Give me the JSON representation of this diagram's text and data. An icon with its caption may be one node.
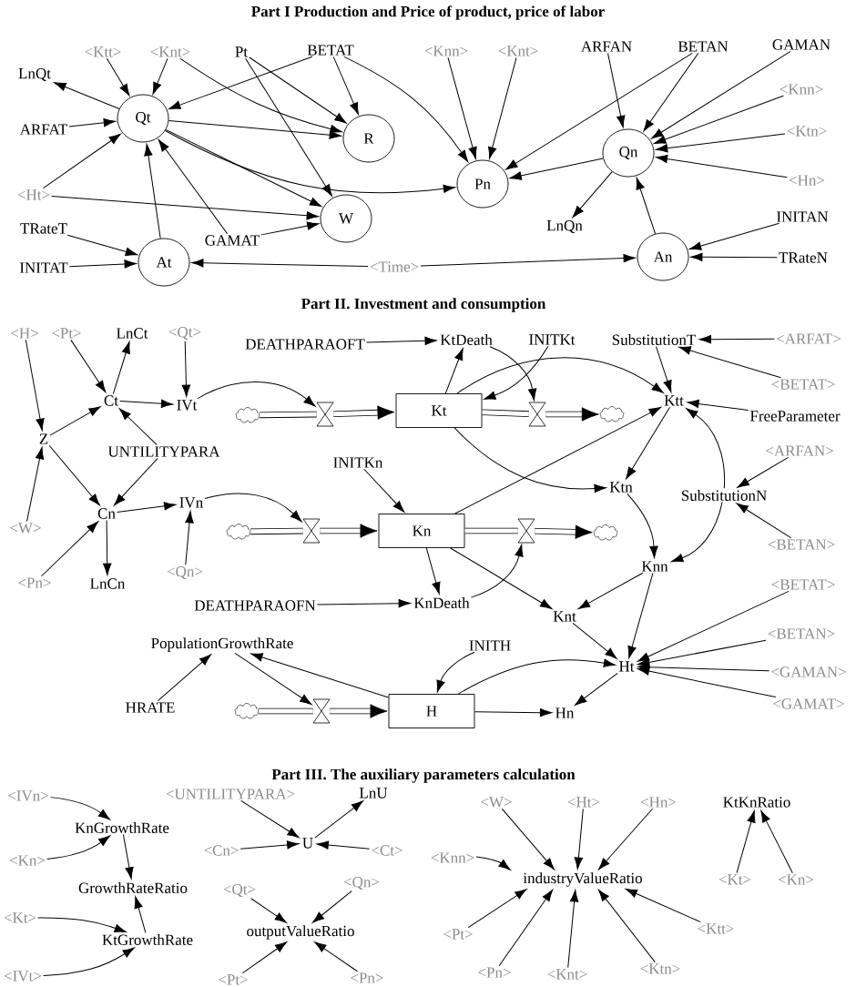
{
  "diagram": {
    "nodes": [
      {
        "text": [
          "Qt"
        ]
      },
      {
        "text": [
          "R"
        ]
      },
      {
        "text": [
          "W"
        ]
      },
      {
        "text": [
          "At"
        ]
      },
      {
        "text": [
          "Pn"
        ]
      },
      {
        "text": [
          "Qn"
        ]
      },
      {
        "text": [
          "An"
        ]
      },
      {
        "text": [
          "<Ktt>"
        ]
      },
      {
        "text": [
          "<Knt>"
        ]
      },
      {
        "text": [
          "Pt"
        ]
      },
      {
        "text": [
          "BETAT"
        ]
      },
      {
        "text": [
          "LnQt"
        ]
      },
      {
        "text": [
          "ARFAT"
        ]
      },
      {
        "text": [
          "<Ht>"
        ]
      },
      {
        "text": [
          "TRateT"
        ]
      },
      {
        "text": [
          "INITAT"
        ]
      },
      {
        "text": [
          "GAMAT"
        ]
      },
      {
        "text": [
          "<Time>"
        ]
      },
      {
        "text": [
          "<Knn>"
        ]
      },
      {
        "text": [
          "<Knt>"
        ]
      },
      {
        "text": [
          "ARFAN"
        ]
      },
      {
        "text": [
          "BETAN"
        ]
      },
      {
        "text": [
          "GAMAN"
        ]
      },
      {
        "text": [
          "<Knn>"
        ]
      },
      {
        "text": [
          "<Ktn>"
        ]
      },
      {
        "text": [
          "<Hn>"
        ]
      },
      {
        "text": [
          "LnQn"
        ]
      },
      {
        "text": [
          "INITAN"
        ]
      },
      {
        "text": [
          "TRateN"
        ]
      },
      {
        "text": [
          "<H>"
        ]
      },
      {
        "text": [
          "<Pt>"
        ]
      },
      {
        "text": [
          "LnCt"
        ]
      },
      {
        "text": [
          "<Qt>"
        ]
      },
      {
        "text": [
          "Ct"
        ]
      },
      {
        "text": [
          "IVt"
        ]
      },
      {
        "text": [
          "Z"
        ]
      },
      {
        "text": [
          "UNTILITYPARA"
        ]
      },
      {
        "text": [
          "Cn"
        ]
      },
      {
        "text": [
          "IVn"
        ]
      },
      {
        "text": [
          "<W>"
        ]
      },
      {
        "text": [
          "<Pn>"
        ]
      },
      {
        "text": [
          "LnCn"
        ]
      },
      {
        "text": [
          "<Qn>"
        ]
      },
      {
        "text": [
          "DEATHPARAOFT"
        ]
      },
      {
        "text": [
          "KtDeath"
        ]
      },
      {
        "text": [
          "INITKt"
        ]
      },
      {
        "text": [
          "SubstitutionT"
        ]
      },
      {
        "text": [
          "<ARFAT>"
        ]
      },
      {
        "text": [
          "<BETAT>"
        ]
      },
      {
        "text": [
          "Ktt"
        ]
      },
      {
        "text": [
          "FreeParameter"
        ]
      },
      {
        "text": [
          "Kt"
        ]
      },
      {
        "text": [],
        "shape": "cloud"
      },
      {
        "text": [],
        "shape": "valve"
      },
      {
        "text": [],
        "shape": "valve"
      },
      {
        "text": [],
        "shape": "cloud"
      },
      {
        "text": [
          "INITKn"
        ]
      },
      {
        "text": [
          "<ARFAN>"
        ]
      },
      {
        "text": [
          "Ktn"
        ]
      },
      {
        "text": [
          "SubstitutionN"
        ]
      },
      {
        "text": [
          "Kn"
        ]
      },
      {
        "text": [],
        "shape": "cloud"
      },
      {
        "text": [],
        "shape": "valve"
      },
      {
        "text": [],
        "shape": "valve"
      },
      {
        "text": [],
        "shape": "cloud"
      },
      {
        "text": [
          "<BETAN>"
        ]
      },
      {
        "text": [
          "Knn"
        ]
      },
      {
        "text": [
          "DEATHPARAOFN"
        ]
      },
      {
        "text": [
          "KnDeath"
        ]
      },
      {
        "text": [
          "Knt"
        ]
      },
      {
        "text": [
          "<BETAT>"
        ]
      },
      {
        "text": [
          "PopulationGrowthRate"
        ]
      },
      {
        "text": [
          "INITH"
        ]
      },
      {
        "text": [
          "Ht"
        ]
      },
      {
        "text": [
          "<BETAN>"
        ]
      },
      {
        "text": [
          "<GAMAN>"
        ]
      },
      {
        "text": [
          "HRATE"
        ]
      },
      {
        "text": [],
        "shape": "cloud"
      },
      {
        "text": [],
        "shape": "valve"
      },
      {
        "text": [
          "H"
        ]
      },
      {
        "text": [
          "Hn"
        ]
      },
      {
        "text": [
          "<GAMAT>"
        ]
      },
      {
        "text": [
          "<IVn>"
        ]
      },
      {
        "text": [
          "KnGrowthRate"
        ]
      },
      {
        "text": [
          "<Kn>"
        ]
      },
      {
        "text": [
          "GrowthRateRatio"
        ]
      },
      {
        "text": [
          "<Kt>"
        ]
      },
      {
        "text": [
          "KtGrowthRate"
        ]
      },
      {
        "text": [
          "<IVt>"
        ]
      },
      {
        "text": [
          "<UNTILITYPARA>"
        ]
      },
      {
        "text": [
          "LnU"
        ]
      },
      {
        "text": [
          "<Cn>"
        ]
      },
      {
        "text": [
          "U"
        ]
      },
      {
        "text": [
          "<Ct>"
        ]
      },
      {
        "text": [
          "<Qt>"
        ]
      },
      {
        "text": [
          "<Qn>"
        ]
      },
      {
        "text": [
          "outputValueRatio"
        ]
      },
      {
        "text": [
          "<Pt>"
        ]
      },
      {
        "text": [
          "<Pn>"
        ]
      },
      {
        "text": [
          "<W>"
        ]
      },
      {
        "text": [
          "<Ht>"
        ]
      },
      {
        "text": [
          "<Hn>"
        ]
      },
      {
        "text": [
          "<Knn>"
        ]
      },
      {
        "text": [
          "industryValueRatio"
        ]
      },
      {
        "text": [
          "<Pt>"
        ]
      },
      {
        "text": [
          "<Pn>"
        ]
      },
      {
        "text": [
          "<Knt>"
        ]
      },
      {
        "text": [
          "<Ktt>"
        ]
      },
      {
        "text": [
          "<Ktn>"
        ]
      },
      {
        "text": [
          "KtKnRatio"
        ]
      },
      {
        "text": [
          "<Kt>"
        ]
      },
      {
        "text": [
          "<Kn>"
        ]
      }
    ],
    "edges": [
      {
        "from": 7,
        "to": 0,
        "arrow": "to"
      },
      {
        "from": 8,
        "to": 0,
        "arrow": "to"
      },
      {
        "from": 8,
        "to": 1,
        "arrow": "to"
      },
      {
        "from": 9,
        "to": 1,
        "arrow": "to"
      },
      {
        "from": 9,
        "to": 2,
        "arrow": "to"
      },
      {
        "from": 10,
        "to": 0,
        "arrow": "to"
      },
      {
        "from": 10,
        "to": 1,
        "arrow": "to"
      },
      {
        "from": 10,
        "to": 4,
        "arrow": "to"
      },
      {
        "from": 0,
        "to": 11,
        "arrow": "to"
      },
      {
        "from": 12,
        "to": 0,
        "arrow": "to"
      },
      {
        "from": 13,
        "to": 0,
        "arrow": "to"
      },
      {
        "from": 13,
        "to": 2,
        "arrow": "to"
      },
      {
        "from": 0,
        "to": 1,
        "arrow": "to"
      },
      {
        "from": 0,
        "to": 2,
        "arrow": "to"
      },
      {
        "from": 0,
        "to": 4,
        "arrow": "to"
      },
      {
        "from": 16,
        "to": 0,
        "arrow": "to"
      },
      {
        "from": 16,
        "to": 2,
        "arrow": "to"
      },
      {
        "from": 3,
        "to": 0,
        "arrow": "to"
      },
      {
        "from": 14,
        "to": 3,
        "arrow": "to"
      },
      {
        "from": 15,
        "to": 3,
        "arrow": "to"
      },
      {
        "from": 17,
        "to": 3,
        "arrow": "to"
      },
      {
        "from": 17,
        "to": 6,
        "arrow": "to"
      },
      {
        "from": 18,
        "to": 4,
        "arrow": "to"
      },
      {
        "from": 19,
        "to": 4,
        "arrow": "to"
      },
      {
        "from": 21,
        "to": 4,
        "arrow": "to"
      },
      {
        "from": 20,
        "to": 5,
        "arrow": "to"
      },
      {
        "from": 21,
        "to": 5,
        "arrow": "to"
      },
      {
        "from": 22,
        "to": 5,
        "arrow": "to"
      },
      {
        "from": 23,
        "to": 5,
        "arrow": "to"
      },
      {
        "from": 24,
        "to": 5,
        "arrow": "to"
      },
      {
        "from": 25,
        "to": 5,
        "arrow": "to"
      },
      {
        "from": 5,
        "to": 4,
        "arrow": "to"
      },
      {
        "from": 5,
        "to": 26,
        "arrow": "to"
      },
      {
        "from": 6,
        "to": 5,
        "arrow": "to"
      },
      {
        "from": 27,
        "to": 6,
        "arrow": "to"
      },
      {
        "from": 28,
        "to": 6,
        "arrow": "to"
      },
      {
        "from": 29,
        "to": 35,
        "arrow": "to"
      },
      {
        "from": 39,
        "to": 35,
        "arrow": "to"
      },
      {
        "from": 35,
        "to": 33,
        "arrow": "to"
      },
      {
        "from": 35,
        "to": 37,
        "arrow": "to"
      },
      {
        "from": 30,
        "to": 33,
        "arrow": "to"
      },
      {
        "from": 33,
        "to": 31,
        "arrow": "to"
      },
      {
        "from": 33,
        "to": 34,
        "arrow": "to"
      },
      {
        "from": 32,
        "to": 34,
        "arrow": "to"
      },
      {
        "from": 36,
        "to": 33,
        "arrow": "to"
      },
      {
        "from": 36,
        "to": 37,
        "arrow": "to"
      },
      {
        "from": 37,
        "to": 38,
        "arrow": "to"
      },
      {
        "from": 37,
        "to": 41,
        "arrow": "to"
      },
      {
        "from": 40,
        "to": 37,
        "arrow": "to"
      },
      {
        "from": 42,
        "to": 38,
        "arrow": "to"
      },
      {
        "from": 34,
        "to": 53,
        "arrow": "to"
      },
      {
        "from": 38,
        "to": 62,
        "arrow": "to"
      },
      {
        "from": 52,
        "to": 53,
        "arrow": "none",
        "style": "thick"
      },
      {
        "from": 53,
        "to": 51,
        "arrow": "to",
        "style": "thick"
      },
      {
        "from": 51,
        "to": 54,
        "arrow": "none",
        "style": "thick"
      },
      {
        "from": 54,
        "to": 55,
        "arrow": "to",
        "style": "thick"
      },
      {
        "from": 61,
        "to": 62,
        "arrow": "none",
        "style": "thick"
      },
      {
        "from": 62,
        "to": 60,
        "arrow": "to",
        "style": "thick"
      },
      {
        "from": 60,
        "to": 63,
        "arrow": "none",
        "style": "thick"
      },
      {
        "from": 63,
        "to": 64,
        "arrow": "to",
        "style": "thick"
      },
      {
        "from": 77,
        "to": 78,
        "arrow": "none",
        "style": "thick"
      },
      {
        "from": 78,
        "to": 79,
        "arrow": "to",
        "style": "thick"
      },
      {
        "from": 43,
        "to": 44,
        "arrow": "to"
      },
      {
        "from": 51,
        "to": 44,
        "arrow": "to"
      },
      {
        "from": 44,
        "to": 54,
        "arrow": "to"
      },
      {
        "from": 45,
        "to": 51,
        "arrow": "to"
      },
      {
        "from": 51,
        "to": 49,
        "arrow": "to"
      },
      {
        "from": 51,
        "to": 58,
        "arrow": "to"
      },
      {
        "from": 60,
        "to": 49,
        "arrow": "to"
      },
      {
        "from": 60,
        "to": 68,
        "arrow": "to"
      },
      {
        "from": 60,
        "to": 69,
        "arrow": "to"
      },
      {
        "from": 68,
        "to": 63,
        "arrow": "to"
      },
      {
        "from": 67,
        "to": 68,
        "arrow": "to"
      },
      {
        "from": 56,
        "to": 60,
        "arrow": "to"
      },
      {
        "from": 46,
        "to": 49,
        "arrow": "to"
      },
      {
        "from": 47,
        "to": 46,
        "arrow": "to"
      },
      {
        "from": 48,
        "to": 46,
        "arrow": "to"
      },
      {
        "from": 50,
        "to": 49,
        "arrow": "to"
      },
      {
        "from": 59,
        "to": 49,
        "arrow": "to"
      },
      {
        "from": 59,
        "to": 66,
        "arrow": "to"
      },
      {
        "from": 57,
        "to": 59,
        "arrow": "to"
      },
      {
        "from": 65,
        "to": 59,
        "arrow": "to"
      },
      {
        "from": 49,
        "to": 58,
        "arrow": "to"
      },
      {
        "from": 58,
        "to": 66,
        "arrow": "to"
      },
      {
        "from": 66,
        "to": 69,
        "arrow": "to"
      },
      {
        "from": 66,
        "to": 73,
        "arrow": "to"
      },
      {
        "from": 69,
        "to": 73,
        "arrow": "to"
      },
      {
        "from": 70,
        "to": 73,
        "arrow": "to"
      },
      {
        "from": 74,
        "to": 73,
        "arrow": "to"
      },
      {
        "from": 75,
        "to": 73,
        "arrow": "to"
      },
      {
        "from": 81,
        "to": 73,
        "arrow": "to"
      },
      {
        "from": 73,
        "to": 80,
        "arrow": "to"
      },
      {
        "from": 79,
        "to": 80,
        "arrow": "to"
      },
      {
        "from": 79,
        "to": 73,
        "arrow": "to"
      },
      {
        "from": 79,
        "to": 71,
        "arrow": "to"
      },
      {
        "from": 71,
        "to": 78,
        "arrow": "to"
      },
      {
        "from": 76,
        "to": 71,
        "arrow": "to"
      },
      {
        "from": 72,
        "to": 79,
        "arrow": "to"
      },
      {
        "from": 82,
        "to": 83,
        "arrow": "to"
      },
      {
        "from": 84,
        "to": 83,
        "arrow": "to"
      },
      {
        "from": 83,
        "to": 85,
        "arrow": "to"
      },
      {
        "from": 87,
        "to": 85,
        "arrow": "to"
      },
      {
        "from": 86,
        "to": 87,
        "arrow": "to"
      },
      {
        "from": 88,
        "to": 87,
        "arrow": "to"
      },
      {
        "from": 89,
        "to": 92,
        "arrow": "to"
      },
      {
        "from": 91,
        "to": 92,
        "arrow": "to"
      },
      {
        "from": 93,
        "to": 92,
        "arrow": "to"
      },
      {
        "from": 92,
        "to": 90,
        "arrow": "to"
      },
      {
        "from": 94,
        "to": 96,
        "arrow": "to"
      },
      {
        "from": 95,
        "to": 96,
        "arrow": "to"
      },
      {
        "from": 97,
        "to": 96,
        "arrow": "to"
      },
      {
        "from": 98,
        "to": 96,
        "arrow": "to"
      },
      {
        "from": 99,
        "to": 103,
        "arrow": "to"
      },
      {
        "from": 100,
        "to": 103,
        "arrow": "to"
      },
      {
        "from": 101,
        "to": 103,
        "arrow": "to"
      },
      {
        "from": 102,
        "to": 103,
        "arrow": "to"
      },
      {
        "from": 104,
        "to": 103,
        "arrow": "to"
      },
      {
        "from": 105,
        "to": 103,
        "arrow": "to"
      },
      {
        "from": 106,
        "to": 103,
        "arrow": "to"
      },
      {
        "from": 108,
        "to": 103,
        "arrow": "to"
      },
      {
        "from": 107,
        "to": 103,
        "arrow": "to"
      },
      {
        "from": 110,
        "to": 109,
        "arrow": "to"
      },
      {
        "from": 111,
        "to": 109,
        "arrow": "to"
      }
    ],
    "labels": [
      "Part I Production and Price of product, price of labor",
      "Part II. Investment and consumption",
      "Part III. The auxiliary parameters calculation"
    ]
  }
}
